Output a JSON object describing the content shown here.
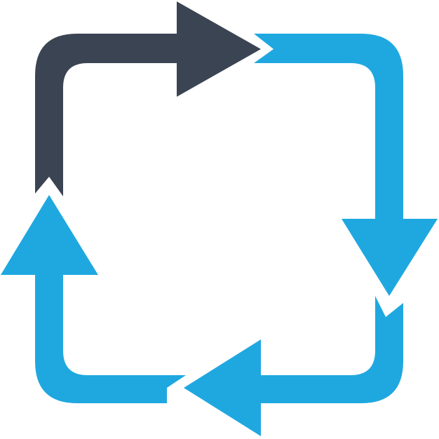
{
  "icon": {
    "name": "refresh-cycle-icon",
    "segments": [
      {
        "name": "top-left-segment",
        "color": "#3b4452",
        "direction": "right"
      },
      {
        "name": "right-segment",
        "color": "#1fa8e0",
        "direction": "down"
      },
      {
        "name": "bottom-segment",
        "color": "#1fa8e0",
        "direction": "left"
      },
      {
        "name": "left-segment",
        "color": "#1fa8e0",
        "direction": "up"
      }
    ],
    "background": "#ffffff"
  }
}
